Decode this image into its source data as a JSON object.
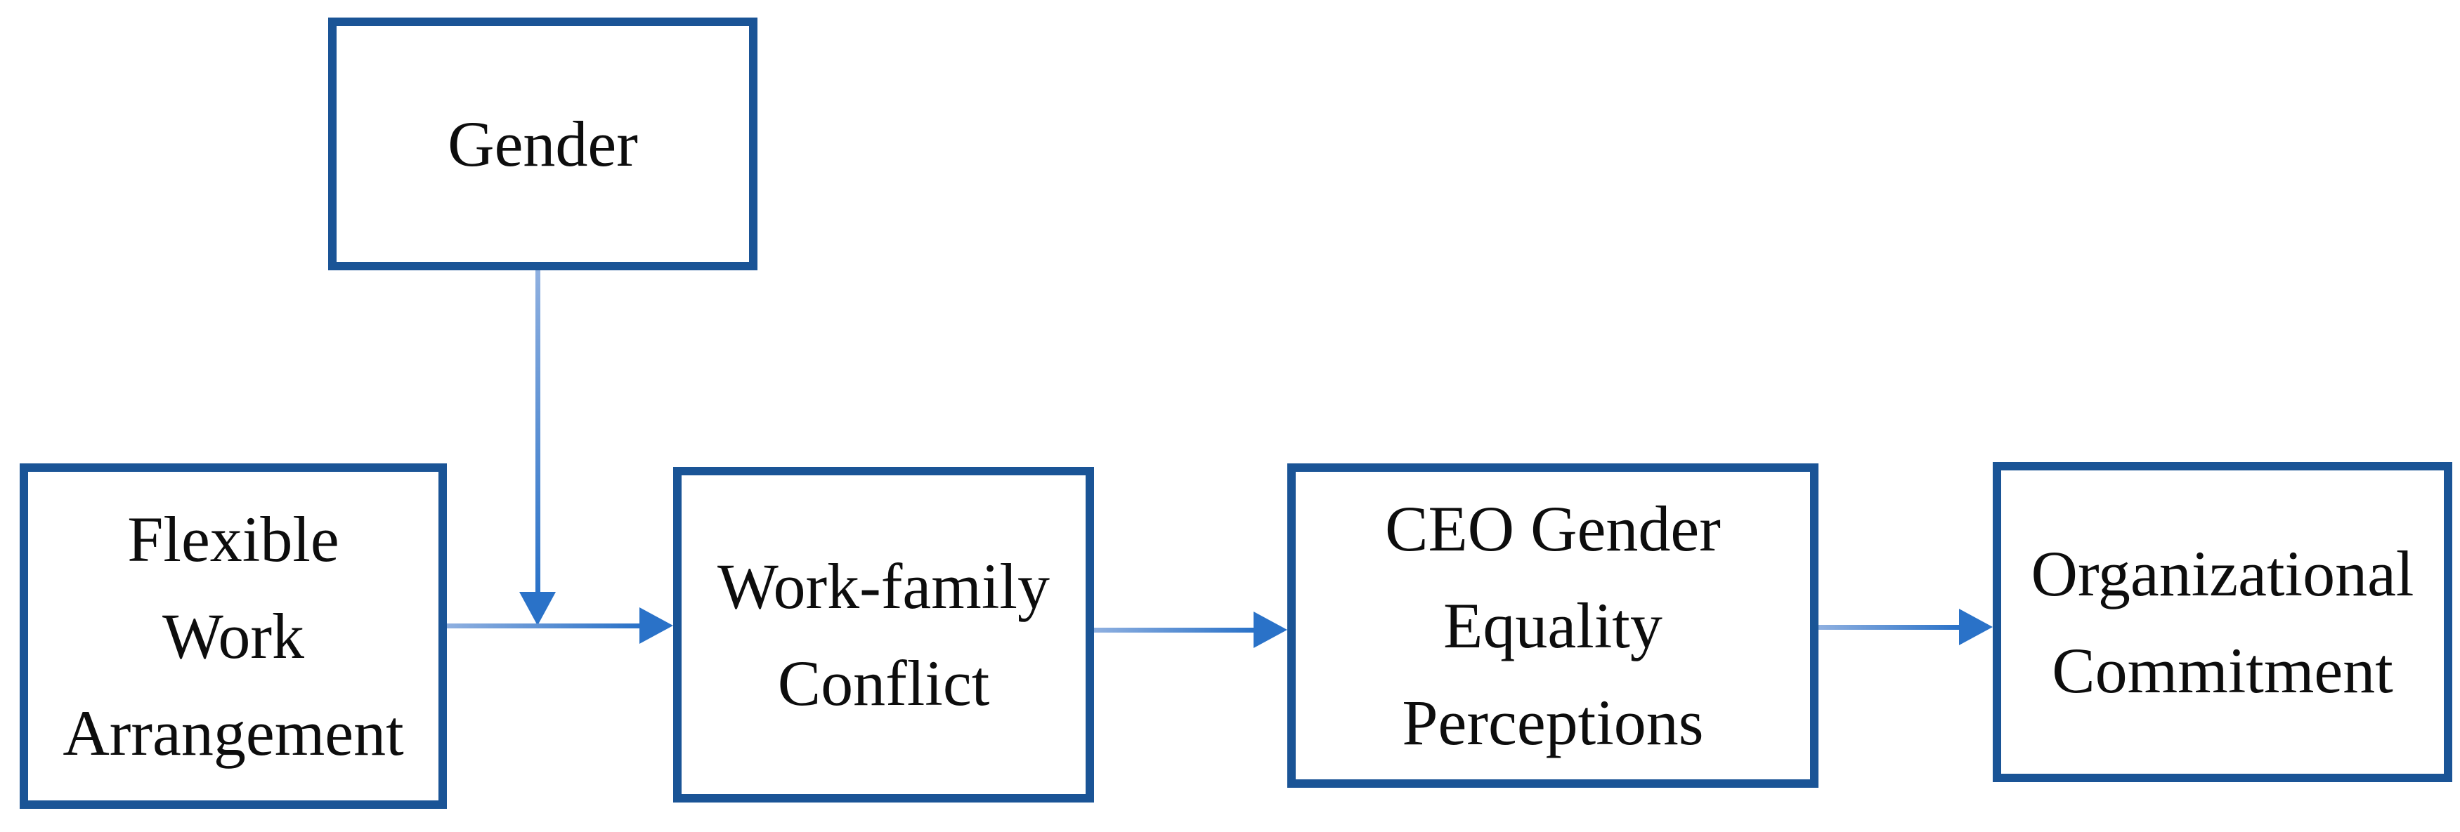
{
  "diagram": {
    "type": "conceptual-model-flowchart",
    "colors": {
      "background": "#ffffff",
      "box_border": "#1a5496",
      "arrow": "#2a72c8",
      "arrow_light": "#8fb0e0",
      "text": "#0d0d0d"
    },
    "nodes": {
      "gender": {
        "label": "Gender",
        "lines": [
          "Gender"
        ]
      },
      "flexible_work_arrangement": {
        "label": "Flexible Work Arrangement",
        "lines": [
          "Flexible",
          "Work",
          "Arrangement"
        ]
      },
      "work_family_conflict": {
        "label": "Work-family Conflict",
        "lines": [
          "Work-family",
          "Conflict"
        ]
      },
      "ceo_gender_equality_perceptions": {
        "label": "CEO Gender Equality Perceptions",
        "lines": [
          "CEO Gender",
          "Equality",
          "Perceptions"
        ]
      },
      "organizational_commitment": {
        "label": "Organizational Commitment",
        "lines": [
          "Organizational",
          "Commitment"
        ]
      }
    },
    "edges": [
      {
        "from": "Gender",
        "to": "arrow between Flexible Work Arrangement and Work-family Conflict",
        "direction": "down"
      },
      {
        "from": "Flexible Work Arrangement",
        "to": "Work-family Conflict",
        "direction": "right"
      },
      {
        "from": "Work-family Conflict",
        "to": "CEO Gender Equality Perceptions",
        "direction": "right"
      },
      {
        "from": "CEO Gender Equality Perceptions",
        "to": "Organizational Commitment",
        "direction": "right"
      }
    ]
  }
}
